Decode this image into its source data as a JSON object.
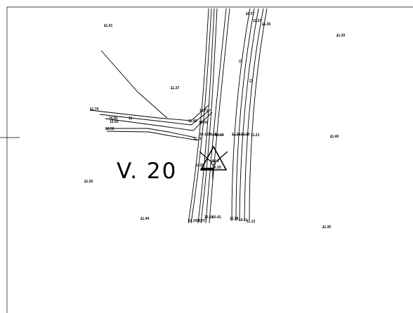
{
  "sheet_title": "V.  20",
  "spot_levels": [
    "11.41",
    "11.37",
    "11.35",
    "11.30",
    "11.37",
    "11.70",
    "11.71",
    "10.91",
    "10.93",
    "10.96",
    "11.24",
    "11.49",
    "10.91",
    "10.12",
    "10.16",
    "10.24",
    "11.23",
    "10.26",
    "11.23",
    "11.11",
    "11.40",
    "11.35",
    "10.33",
    "11.26",
    "11.44",
    "11.10",
    "10.07",
    "10.18",
    "10.41",
    "11.18",
    "10.11",
    "11.12",
    "11.35"
  ],
  "curb_marks": [
    "11",
    "11",
    "11"
  ],
  "survey_point_label": "10.3"
}
